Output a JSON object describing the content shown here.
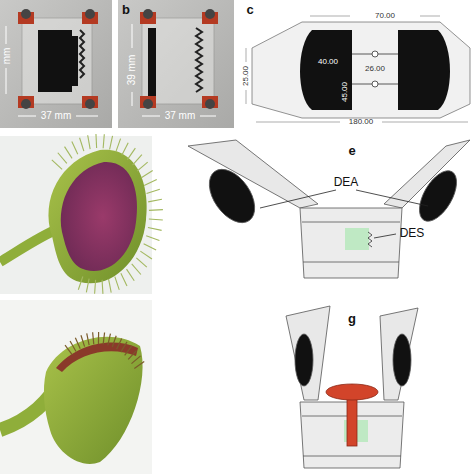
{
  "diagram": {
    "labels": [
      "mm",
      "37 mm",
      "b",
      "39 mm",
      "37 mm",
      "c",
      "70.00",
      "40.00",
      "26.00",
      "45.00",
      "25.00",
      "180.00",
      "e",
      "DEA",
      "DES",
      "g"
    ]
  }
}
